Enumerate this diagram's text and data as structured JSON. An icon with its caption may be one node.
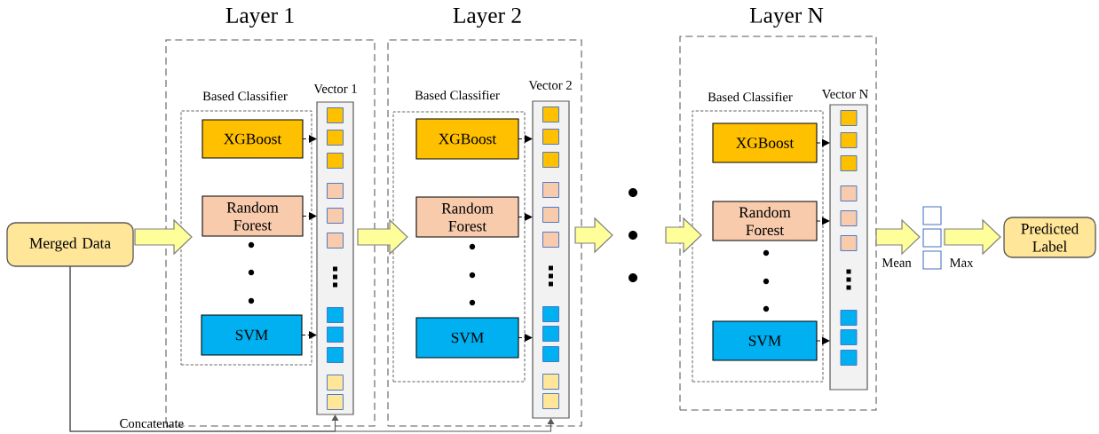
{
  "diagram": {
    "nodes": [
      {
        "text": [
          "Merged Data"
        ]
      },
      {
        "text": [
          "Layer 1"
        ]
      },
      {
        "text": [
          "Based Classifier"
        ],
        "in": 1
      },
      {
        "text": [
          "XGBoost"
        ],
        "in": 2
      },
      {
        "text": [
          "Random Forest"
        ],
        "in": 2
      },
      {
        "text": [
          "SVM"
        ],
        "in": 2
      },
      {
        "text": [
          "Vector 1"
        ],
        "in": 1
      },
      {
        "text": [
          "Layer 2"
        ]
      },
      {
        "text": [
          "Based Classifier"
        ],
        "in": 7
      },
      {
        "text": [
          "XGBoost"
        ],
        "in": 8
      },
      {
        "text": [
          "Random Forest"
        ],
        "in": 8
      },
      {
        "text": [
          "SVM"
        ],
        "in": 8
      },
      {
        "text": [
          "Vector 2"
        ],
        "in": 7
      },
      {
        "text": [],
        "shape": "dots"
      },
      {
        "text": [
          "Layer N"
        ]
      },
      {
        "text": [
          "Based Classifier"
        ],
        "in": 14
      },
      {
        "text": [
          "XGBoost"
        ],
        "in": 15
      },
      {
        "text": [
          "Random Forest"
        ],
        "in": 15
      },
      {
        "text": [
          "SVM"
        ],
        "in": 15
      },
      {
        "text": [
          "Vector N"
        ],
        "in": 14
      },
      {
        "text": [],
        "shape": "box"
      },
      {
        "text": [
          "Predicted Label"
        ]
      }
    ],
    "edges": [
      {
        "from": 0,
        "to": 1,
        "arrow": "to",
        "style": "thick"
      },
      {
        "from": 3,
        "to": 6,
        "arrow": "to",
        "style": "dashed"
      },
      {
        "from": 4,
        "to": 6,
        "arrow": "to",
        "style": "dashed"
      },
      {
        "from": 5,
        "to": 6,
        "arrow": "to",
        "style": "dashed"
      },
      {
        "from": 1,
        "to": 7,
        "arrow": "to",
        "style": "thick"
      },
      {
        "from": 9,
        "to": 12,
        "arrow": "to",
        "style": "dashed"
      },
      {
        "from": 10,
        "to": 12,
        "arrow": "to",
        "style": "dashed"
      },
      {
        "from": 11,
        "to": 12,
        "arrow": "to",
        "style": "dashed"
      },
      {
        "from": 7,
        "to": 13,
        "arrow": "to",
        "style": "thick"
      },
      {
        "from": 13,
        "to": 14,
        "arrow": "to",
        "style": "thick"
      },
      {
        "from": 16,
        "to": 19,
        "arrow": "to",
        "style": "dashed"
      },
      {
        "from": 17,
        "to": 19,
        "arrow": "to",
        "style": "dashed"
      },
      {
        "from": 18,
        "to": 19,
        "arrow": "to",
        "style": "dashed"
      },
      {
        "from": 14,
        "to": 20,
        "arrow": "to",
        "style": "thick",
        "label": "Mean"
      },
      {
        "from": 20,
        "to": 21,
        "arrow": "to",
        "style": "thick",
        "label": "Max"
      },
      {
        "from": 0,
        "to": 6,
        "arrow": "to",
        "label": "Concatenate"
      },
      {
        "from": 0,
        "to": 12,
        "arrow": "to"
      }
    ]
  }
}
